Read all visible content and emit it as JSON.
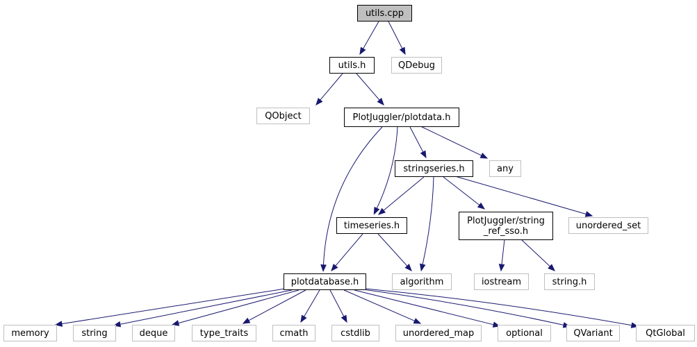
{
  "nodes": [
    {
      "id": "utils_cpp",
      "lines": [
        "utils.cpp"
      ],
      "kind": "root"
    },
    {
      "id": "utils_h",
      "lines": [
        "utils.h"
      ],
      "kind": "local"
    },
    {
      "id": "qdebug",
      "lines": [
        "QDebug"
      ],
      "kind": "external"
    },
    {
      "id": "qobject",
      "lines": [
        "QObject"
      ],
      "kind": "external"
    },
    {
      "id": "plotdata_h",
      "lines": [
        "PlotJuggler/plotdata.h"
      ],
      "kind": "local"
    },
    {
      "id": "stringseries_h",
      "lines": [
        "stringseries.h"
      ],
      "kind": "local"
    },
    {
      "id": "any",
      "lines": [
        "any"
      ],
      "kind": "external"
    },
    {
      "id": "timeseries_h",
      "lines": [
        "timeseries.h"
      ],
      "kind": "local"
    },
    {
      "id": "string_ref_sso_h",
      "lines": [
        "PlotJuggler/string",
        "_ref_sso.h"
      ],
      "kind": "local"
    },
    {
      "id": "unordered_set",
      "lines": [
        "unordered_set"
      ],
      "kind": "external"
    },
    {
      "id": "plotdatabase_h",
      "lines": [
        "plotdatabase.h"
      ],
      "kind": "local"
    },
    {
      "id": "algorithm",
      "lines": [
        "algorithm"
      ],
      "kind": "external"
    },
    {
      "id": "iostream",
      "lines": [
        "iostream"
      ],
      "kind": "external"
    },
    {
      "id": "string_h",
      "lines": [
        "string.h"
      ],
      "kind": "external"
    },
    {
      "id": "memory",
      "lines": [
        "memory"
      ],
      "kind": "external"
    },
    {
      "id": "string",
      "lines": [
        "string"
      ],
      "kind": "external"
    },
    {
      "id": "deque",
      "lines": [
        "deque"
      ],
      "kind": "external"
    },
    {
      "id": "type_traits",
      "lines": [
        "type_traits"
      ],
      "kind": "external"
    },
    {
      "id": "cmath",
      "lines": [
        "cmath"
      ],
      "kind": "external"
    },
    {
      "id": "cstdlib",
      "lines": [
        "cstdlib"
      ],
      "kind": "external"
    },
    {
      "id": "unordered_map",
      "lines": [
        "unordered_map"
      ],
      "kind": "external"
    },
    {
      "id": "optional",
      "lines": [
        "optional"
      ],
      "kind": "external"
    },
    {
      "id": "qvariant",
      "lines": [
        "QVariant"
      ],
      "kind": "external"
    },
    {
      "id": "qtglobal",
      "lines": [
        "QtGlobal"
      ],
      "kind": "external"
    }
  ],
  "edges": [
    [
      "utils_cpp",
      "utils_h"
    ],
    [
      "utils_cpp",
      "qdebug"
    ],
    [
      "utils_h",
      "qobject"
    ],
    [
      "utils_h",
      "plotdata_h"
    ],
    [
      "plotdata_h",
      "stringseries_h"
    ],
    [
      "plotdata_h",
      "any"
    ],
    [
      "plotdata_h",
      "timeseries_h"
    ],
    [
      "plotdata_h",
      "plotdatabase_h"
    ],
    [
      "stringseries_h",
      "timeseries_h"
    ],
    [
      "stringseries_h",
      "algorithm"
    ],
    [
      "stringseries_h",
      "string_ref_sso_h"
    ],
    [
      "stringseries_h",
      "unordered_set"
    ],
    [
      "timeseries_h",
      "plotdatabase_h"
    ],
    [
      "timeseries_h",
      "algorithm"
    ],
    [
      "string_ref_sso_h",
      "iostream"
    ],
    [
      "string_ref_sso_h",
      "string_h"
    ],
    [
      "plotdatabase_h",
      "memory"
    ],
    [
      "plotdatabase_h",
      "string"
    ],
    [
      "plotdatabase_h",
      "deque"
    ],
    [
      "plotdatabase_h",
      "type_traits"
    ],
    [
      "plotdatabase_h",
      "cmath"
    ],
    [
      "plotdatabase_h",
      "cstdlib"
    ],
    [
      "plotdatabase_h",
      "unordered_map"
    ],
    [
      "plotdatabase_h",
      "optional"
    ],
    [
      "plotdatabase_h",
      "qvariant"
    ],
    [
      "plotdatabase_h",
      "qtglobal"
    ]
  ]
}
